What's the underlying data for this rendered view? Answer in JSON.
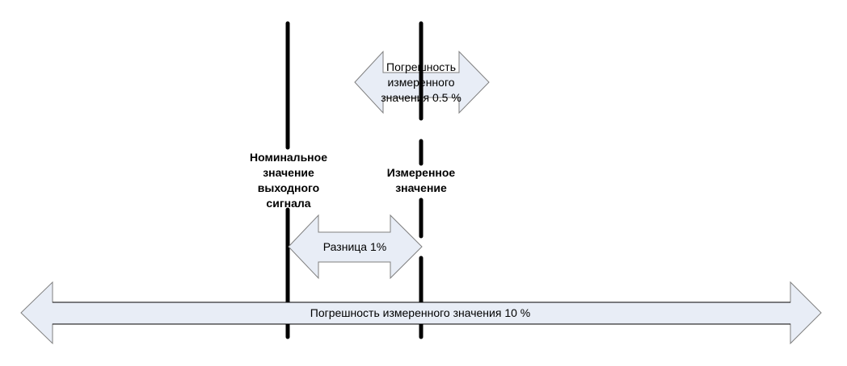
{
  "colors": {
    "arrow_fill": "#e8edf6",
    "arrow_stroke": "#7f7f7f",
    "line": "#000000"
  },
  "labels": {
    "nominal": [
      "Номинальное",
      "значение",
      "выходного",
      "сигнала"
    ],
    "measured": [
      "Измеренное",
      "значение"
    ],
    "error_05": [
      "Погрешность",
      "измеренного",
      "значения 0.5 %"
    ],
    "difference": "Разница 1%",
    "error_10": "Погрешность измеренного значения 10 %"
  }
}
